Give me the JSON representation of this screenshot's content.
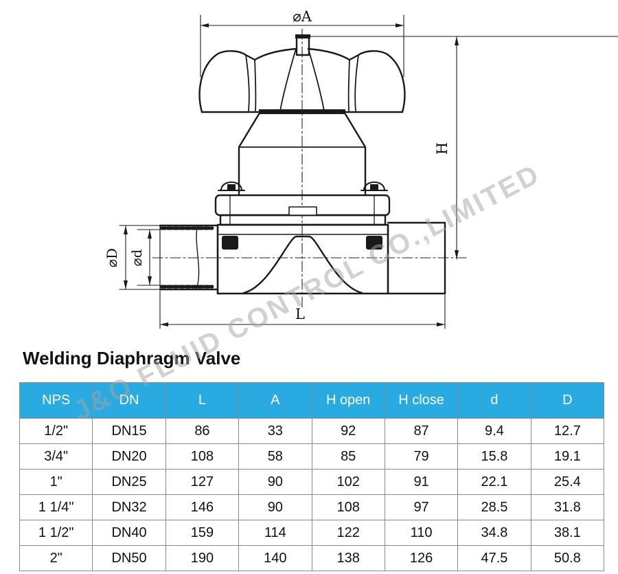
{
  "title": "Welding Diaphragm Valve",
  "watermark": "J&O FLUID CONTROL CO.,LIMITED",
  "drawing": {
    "labels": {
      "diameter_a": "⌀A",
      "height_h": "H",
      "outer_diameter": "⌀D",
      "inner_diameter": "⌀d",
      "length_l": "L"
    }
  },
  "colors": {
    "table_header_bg": "#29ABE2",
    "table_header_text": "#ffffff",
    "table_border": "#8a8a8a",
    "drawing_line": "#1a1a1a",
    "watermark_gray": "#a3a3a3"
  },
  "table": {
    "columns": [
      "NPS",
      "DN",
      "L",
      "A",
      "H open",
      "H close",
      "d",
      "D"
    ],
    "rows": [
      [
        "1/2\"",
        "DN15",
        "86",
        "33",
        "92",
        "87",
        "9.4",
        "12.7"
      ],
      [
        "3/4\"",
        "DN20",
        "108",
        "58",
        "85",
        "79",
        "15.8",
        "19.1"
      ],
      [
        "1\"",
        "DN25",
        "127",
        "90",
        "102",
        "91",
        "22.1",
        "25.4"
      ],
      [
        "1 1/4\"",
        "DN32",
        "146",
        "90",
        "108",
        "97",
        "28.5",
        "31.8"
      ],
      [
        "1 1/2\"",
        "DN40",
        "159",
        "114",
        "122",
        "110",
        "34.8",
        "38.1"
      ],
      [
        "2\"",
        "DN50",
        "190",
        "140",
        "138",
        "126",
        "47.5",
        "50.8"
      ]
    ]
  }
}
